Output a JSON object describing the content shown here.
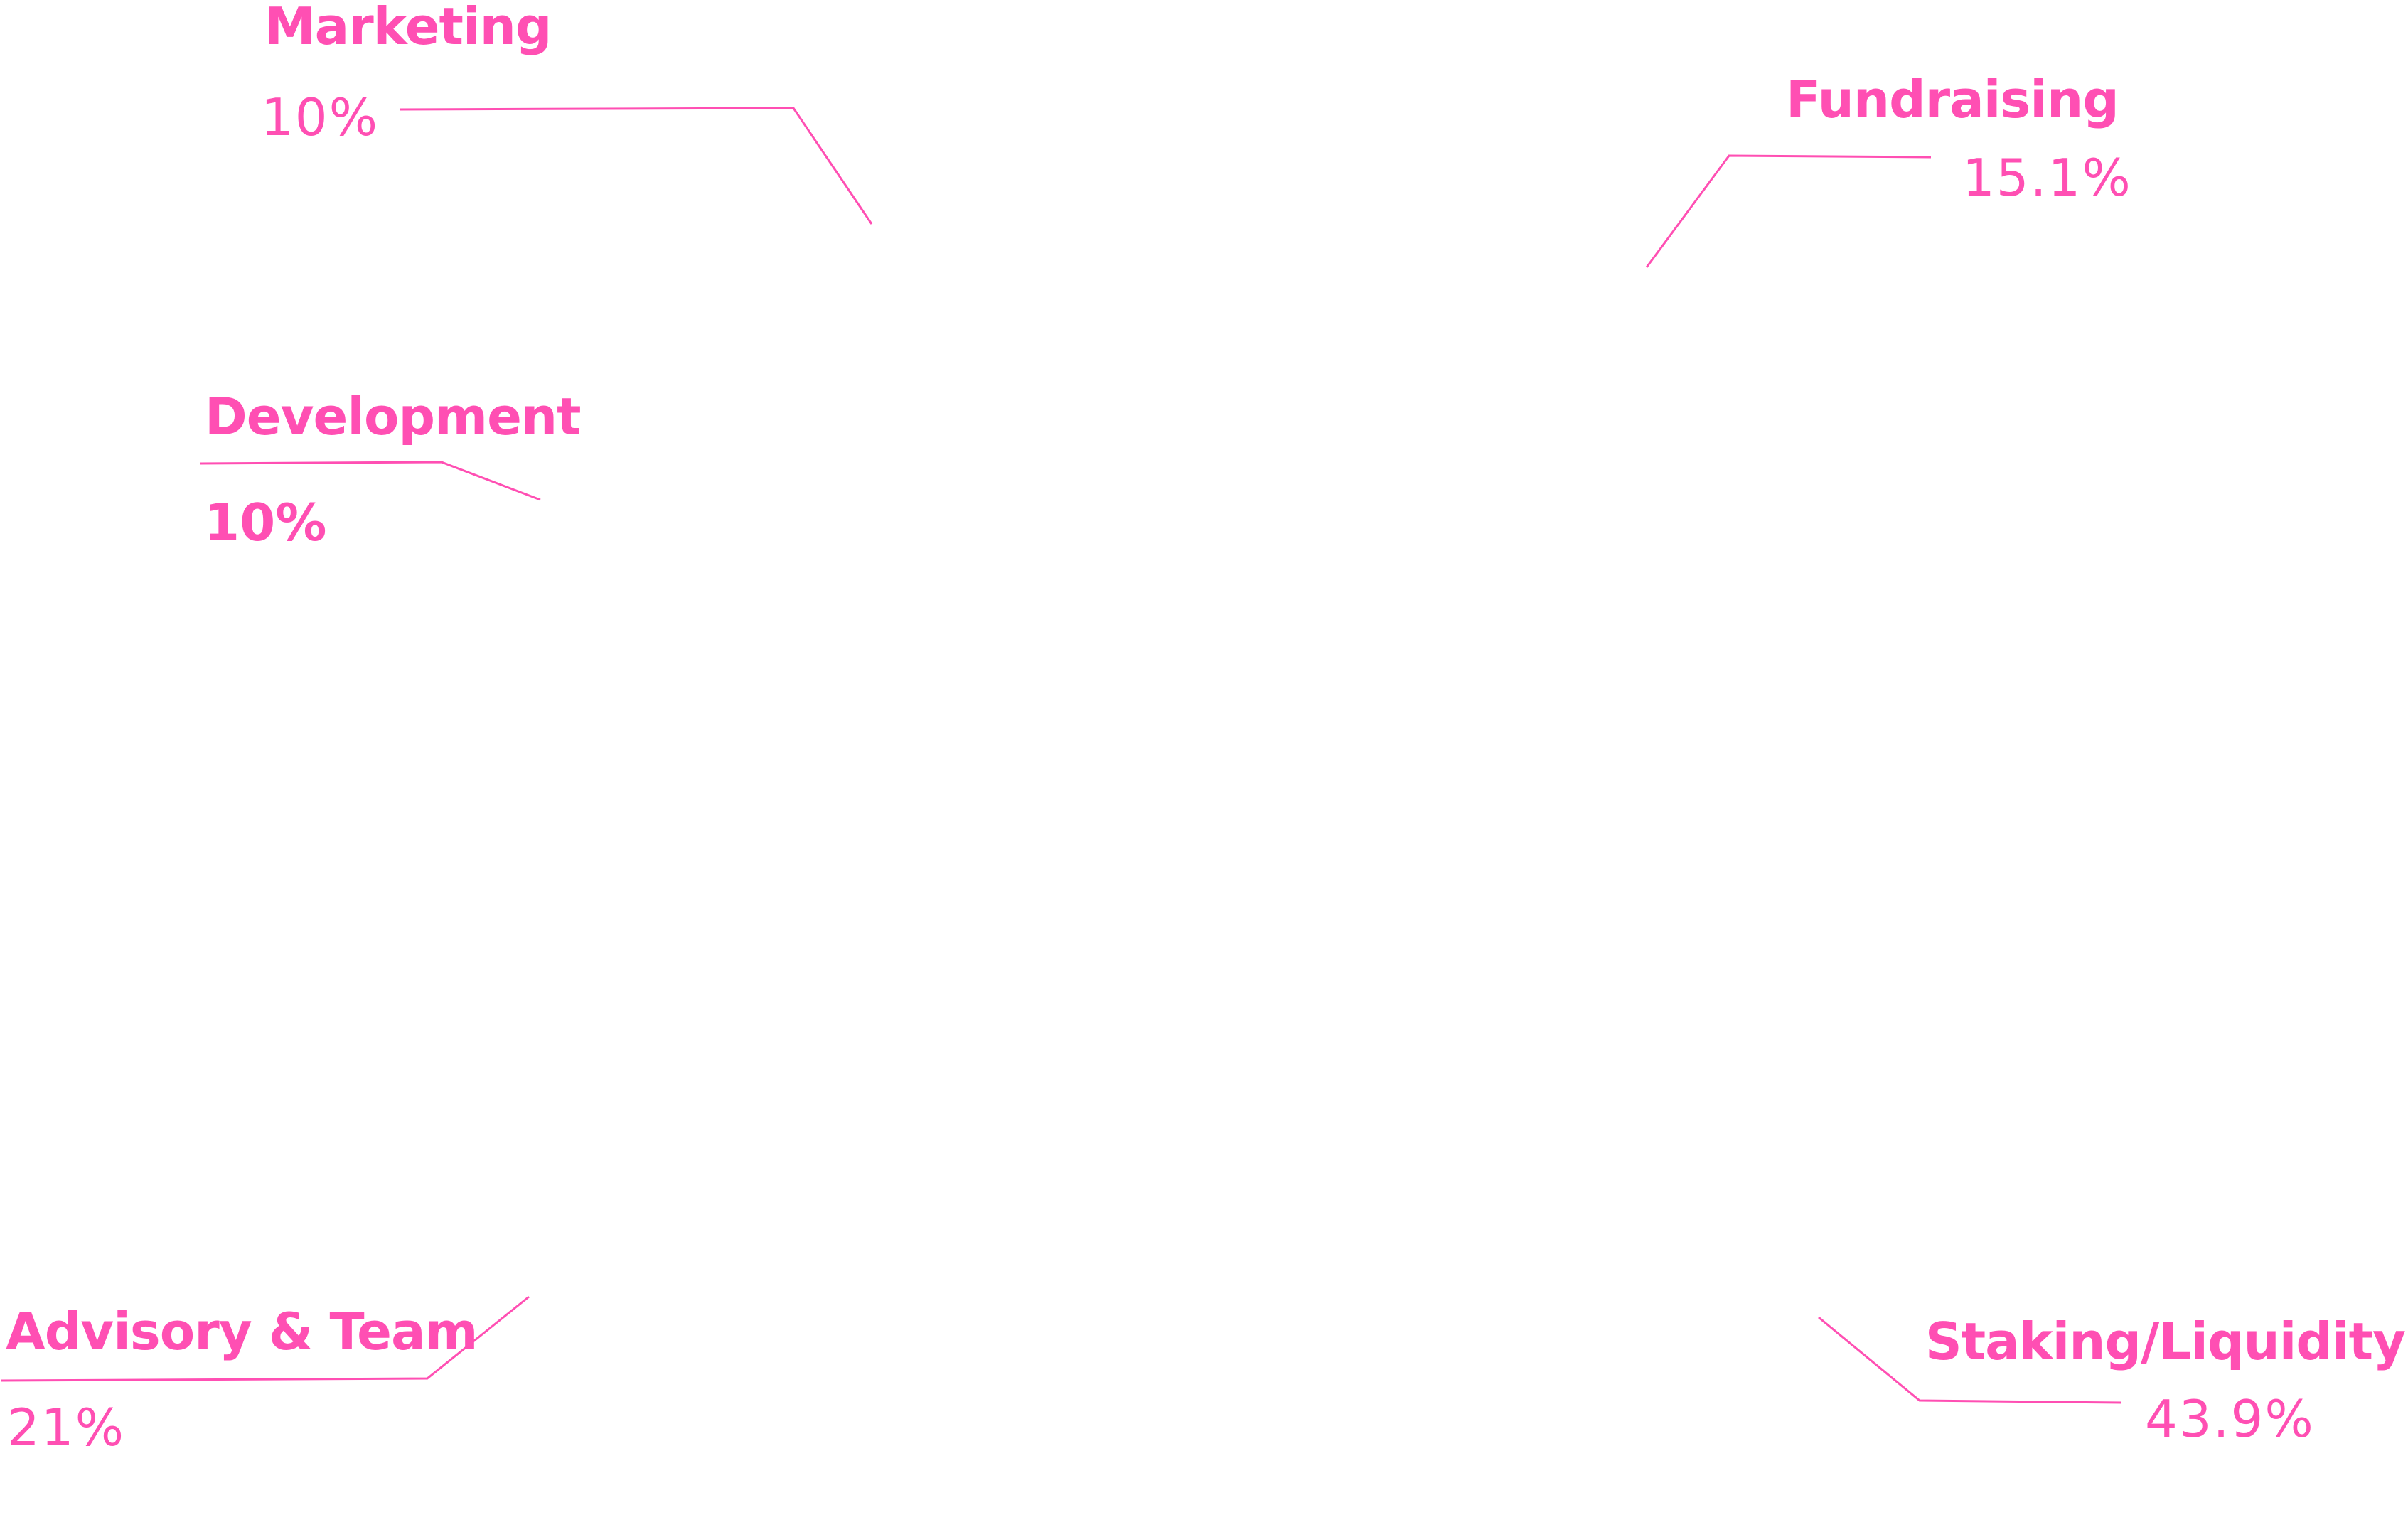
{
  "colors": {
    "accent": "#ff4fb3",
    "background": "#ffffff"
  },
  "chart_data": {
    "type": "pie",
    "title": "",
    "slices": [
      {
        "label": "Marketing",
        "value": 10,
        "display": "10%"
      },
      {
        "label": "Fundraising",
        "value": 15.1,
        "display": "15.1%"
      },
      {
        "label": "Development",
        "value": 10,
        "display": "10%"
      },
      {
        "label": "Advisory & Team",
        "value": 21,
        "display": "21%"
      },
      {
        "label": "Staking/Liquidity",
        "value": 43.9,
        "display": "43.9%"
      }
    ],
    "legend": "none",
    "labels": "callouts-with-leader-lines",
    "slices_rendered": false
  }
}
